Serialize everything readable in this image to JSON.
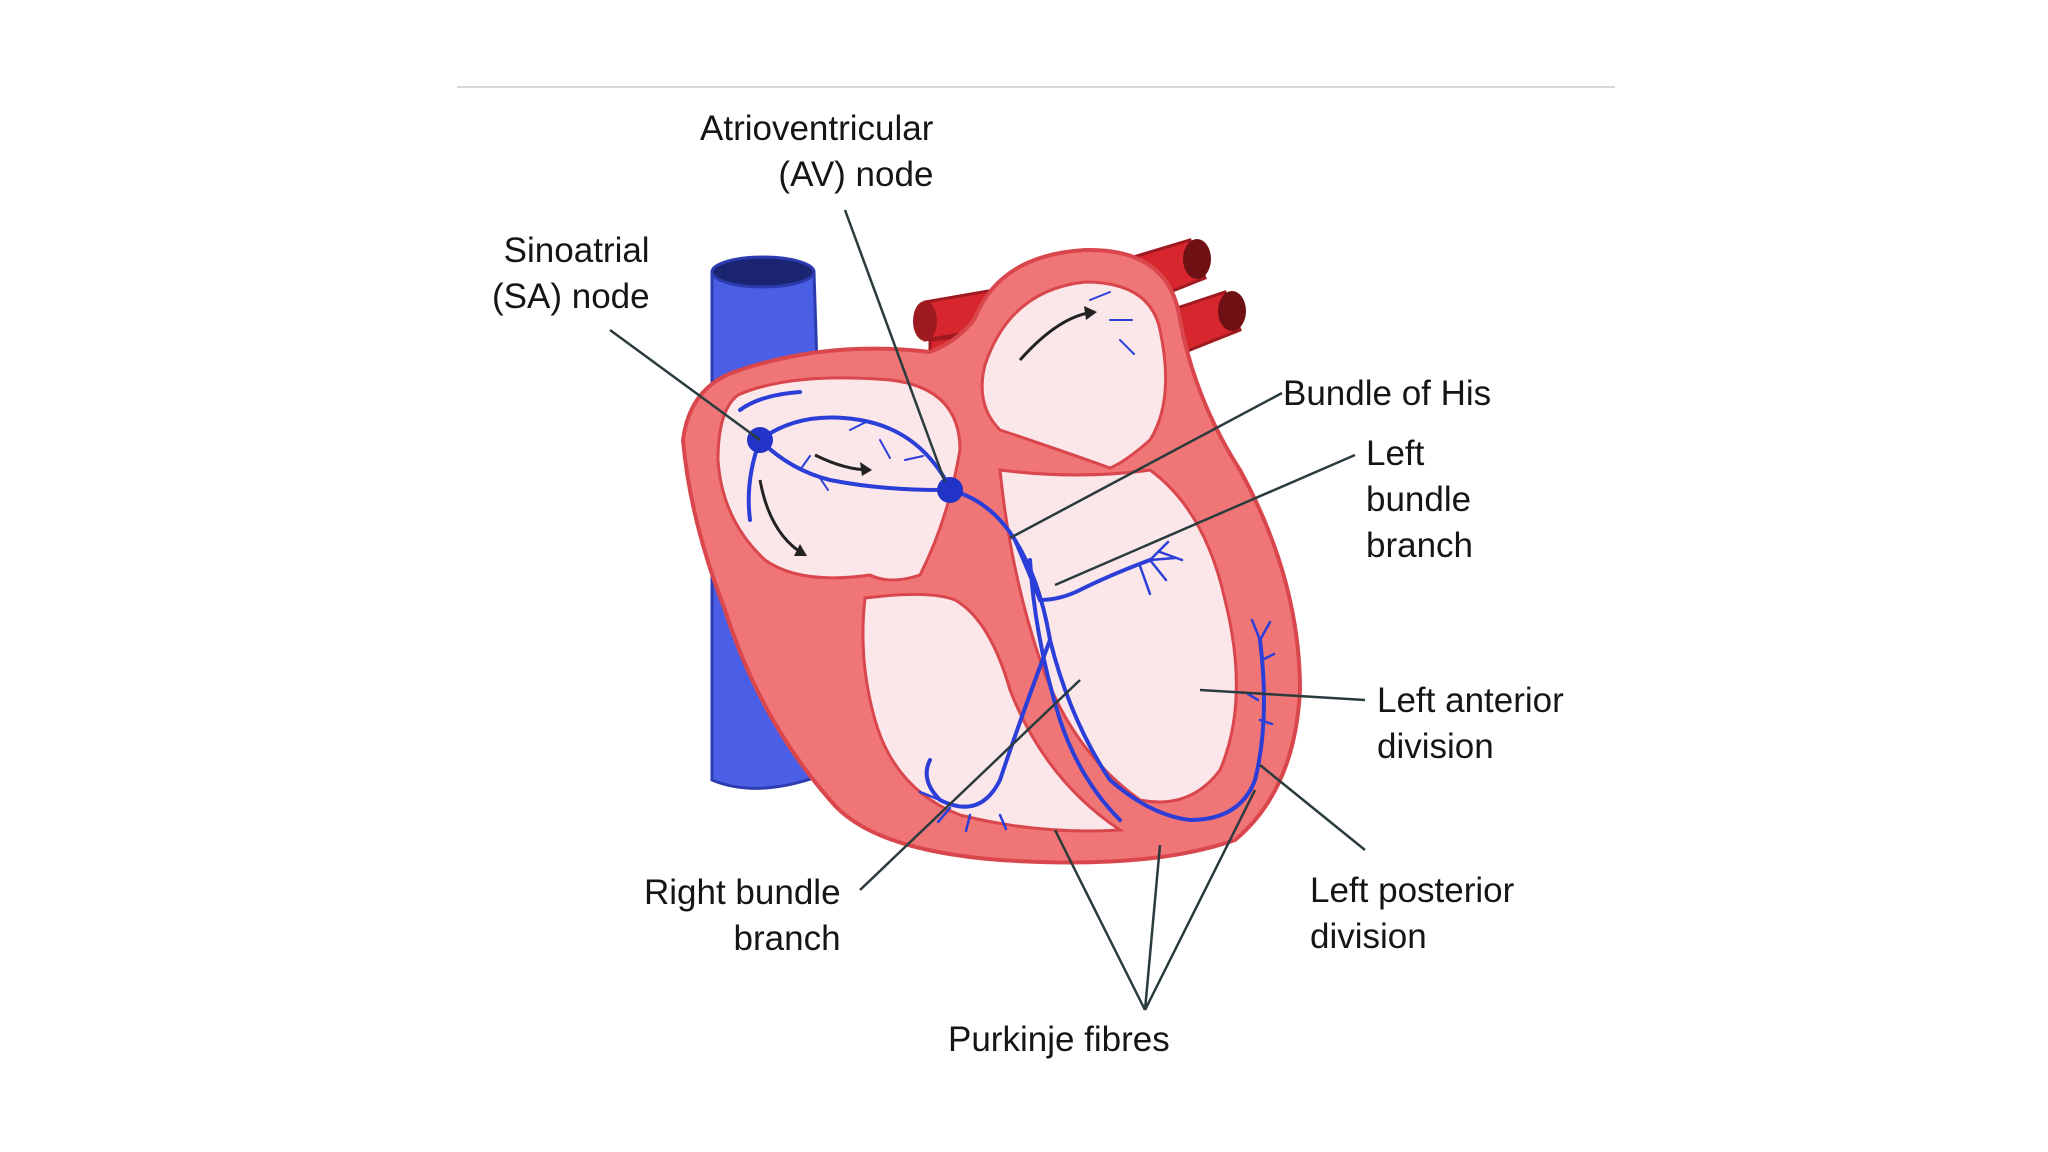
{
  "labels": {
    "av_node": [
      "Atrioventricular",
      "(AV) node"
    ],
    "sa_node": [
      "Sinoatrial",
      "(SA) node"
    ],
    "bundle_of_his": [
      "Bundle of His"
    ],
    "left_bundle_branch": [
      "Left",
      "bundle",
      "branch"
    ],
    "left_anterior_division": [
      "Left anterior",
      "division"
    ],
    "left_posterior_division": [
      "Left posterior",
      "division"
    ],
    "right_bundle_branch": [
      "Right bundle",
      "branch"
    ],
    "purkinje_fibres": [
      "Purkinje fibres"
    ]
  },
  "colors": {
    "heart_wall": "#f07577",
    "heart_outline": "#d9474c",
    "chamber": "#fbe7ea",
    "vessel_red": "#d8262e",
    "vena_cava": "#4a5fe6",
    "conduction": "#2b3fd8",
    "leader_line": "#2a3b3e"
  }
}
